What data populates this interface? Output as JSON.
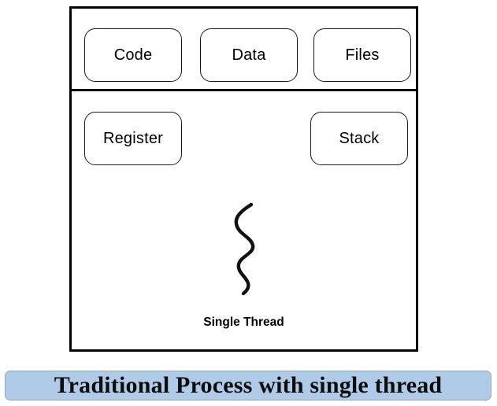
{
  "diagram": {
    "title": "Traditional Process with single thread",
    "frame": {
      "name": "process-frame",
      "border_color": "#000000"
    },
    "resource_band": {
      "boxes": [
        {
          "label": "Code"
        },
        {
          "label": "Data"
        },
        {
          "label": "Files"
        }
      ]
    },
    "thread_band": {
      "boxes": [
        {
          "label": "Register"
        },
        {
          "label": "Stack"
        }
      ],
      "thread": {
        "icon": "squiggle-thread-icon",
        "label": "Single Thread",
        "count": 1,
        "color": "#111111"
      }
    }
  },
  "caption": {
    "text": "Traditional Process with single thread",
    "background_color": "#afcbe8",
    "border_color": "#9aa7b4",
    "text_color": "#0d0d0d"
  }
}
